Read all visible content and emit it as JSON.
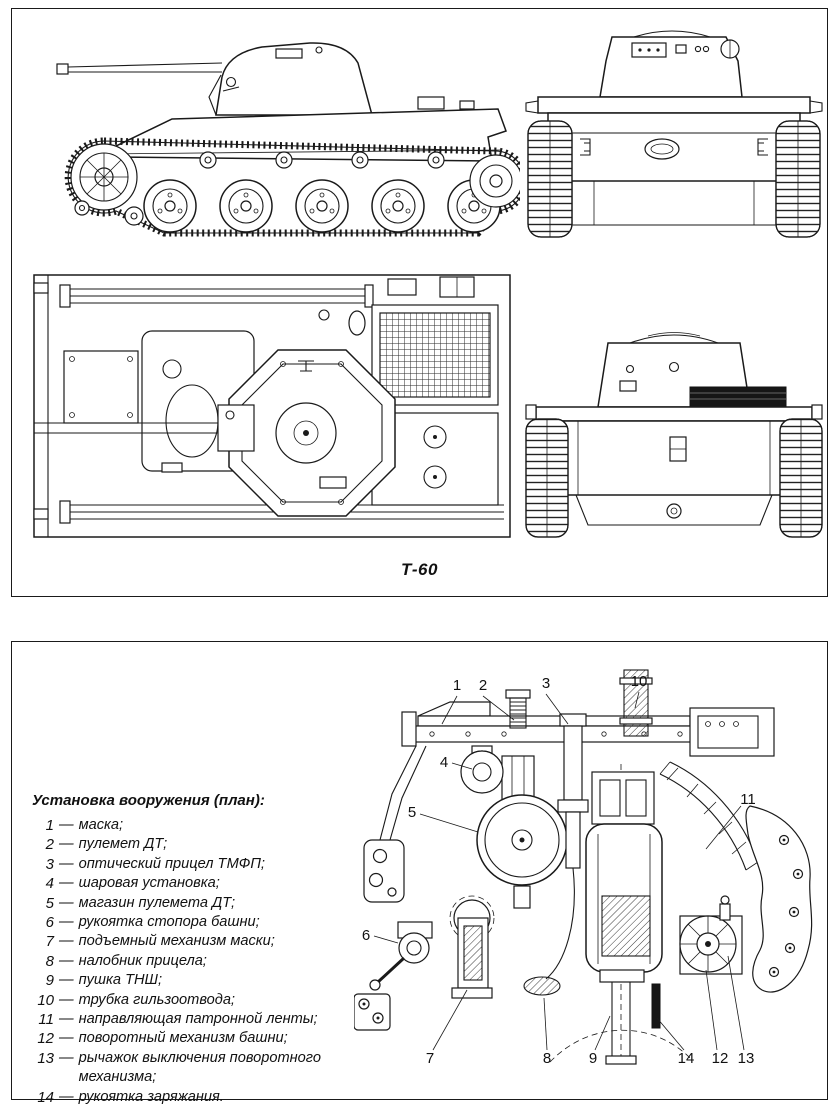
{
  "page": {
    "background": "#ffffff",
    "line_color": "#1a1a1a"
  },
  "figure_views": {
    "caption": "Т-60"
  },
  "armament_figure": {
    "legend_title": "Установка вооружения (план):",
    "separator": "—",
    "legend_items": [
      {
        "num": "1",
        "text": "маска;"
      },
      {
        "num": "2",
        "text": "пулемет ДТ;"
      },
      {
        "num": "3",
        "text": "оптический прицел ТМФП;"
      },
      {
        "num": "4",
        "text": "шаровая установка;"
      },
      {
        "num": "5",
        "text": "магазин пулемета ДТ;"
      },
      {
        "num": "6",
        "text": "рукоятка стопора башни;"
      },
      {
        "num": "7",
        "text": "подъемный механизм маски;"
      },
      {
        "num": "8",
        "text": "налобник прицела;"
      },
      {
        "num": "9",
        "text": "пушка ТНШ;"
      },
      {
        "num": "10",
        "text": "трубка гильзоотвода;"
      },
      {
        "num": "11",
        "text": "направляющая патронной ленты;"
      },
      {
        "num": "12",
        "text": "поворотный механизм башни;"
      },
      {
        "num": "13",
        "text": "рычажок выключения поворотного механизма;"
      },
      {
        "num": "14",
        "text": "рукоятка заряжания."
      }
    ],
    "callouts": [
      "1",
      "2",
      "3",
      "4",
      "5",
      "6",
      "7",
      "8",
      "9",
      "10",
      "11",
      "12",
      "13",
      "14"
    ]
  }
}
